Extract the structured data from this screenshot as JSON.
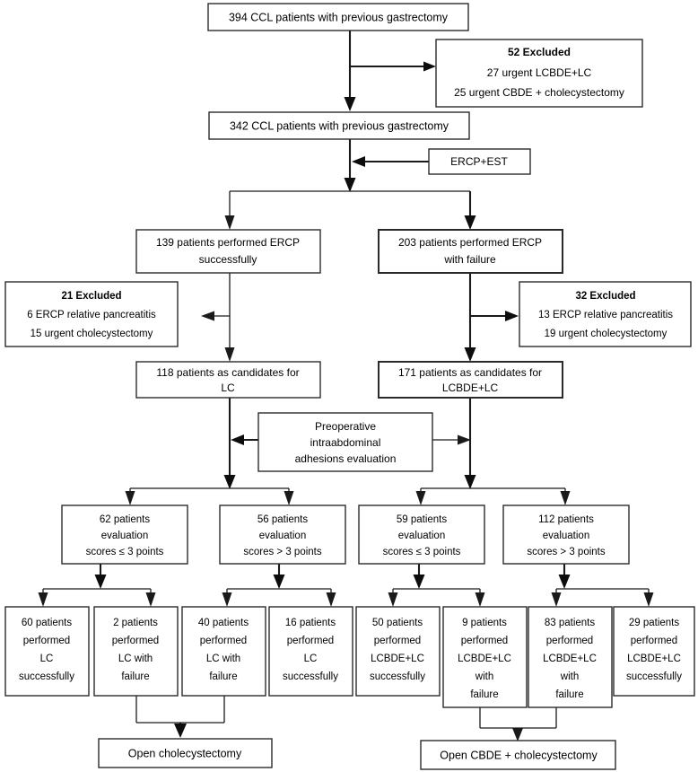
{
  "figure": {
    "type": "flowchart",
    "title": "CCL patients with previous gastrectomy treatment flow",
    "background": "#ffffff",
    "line_color": "#1a1a1a",
    "box_fill": "#ffffff",
    "box_stroke": "#2a2a2a"
  },
  "nodes": {
    "top": {
      "line1": "394 CCL patients with previous gastrectomy"
    },
    "excluded_top": {
      "line1": "52 Excluded",
      "line2": "27 urgent LCBDE+LC",
      "line3": "25 urgent CBDE + cholecystectomy"
    },
    "second": {
      "line1": "342 CCL patients with previous gastrectomy"
    },
    "ercp_est": {
      "line1": "ERCP+EST"
    },
    "ercp_success": {
      "line1": "139 patients performed ERCP",
      "line2": "successfully"
    },
    "ercp_failure": {
      "line1": "203 patients performed ERCP",
      "line2": "with failure"
    },
    "excluded_left": {
      "line1": "21 Excluded",
      "line2": "6 ERCP relative pancreatitis",
      "line3": "15 urgent cholecystectomy"
    },
    "excluded_right": {
      "line1": "32 Excluded",
      "line2": "13 ERCP relative pancreatitis",
      "line3": "19 urgent cholecystectomy"
    },
    "candidates_lc": {
      "line1": "118 patients as candidates for",
      "line2": "LC"
    },
    "candidates_lcbde": {
      "line1": "171 patients as candidates for",
      "line2": "LCBDE+LC"
    },
    "preop": {
      "line1": "Preoperative",
      "line2": "intraabdominal",
      "line3": "adhesions evaluation"
    },
    "eval_62": {
      "line1": "62 patients",
      "line2": "evaluation",
      "line3": "scores  ≤  3 points"
    },
    "eval_56": {
      "line1": "56 patients",
      "line2": "evaluation",
      "line3": "scores > 3 points"
    },
    "eval_59": {
      "line1": "59 patients",
      "line2": "evaluation",
      "line3": "scores  ≤  3 points"
    },
    "eval_112": {
      "line1": "112 patients",
      "line2": "evaluation",
      "line3": "scores > 3 points"
    },
    "out_60": {
      "line1": "60 patients",
      "line2": "performed",
      "line3": "LC",
      "line4": "successfully"
    },
    "out_2": {
      "line1": "2 patients",
      "line2": "performed",
      "line3": "LC with",
      "line4": "failure"
    },
    "out_40": {
      "line1": "40 patients",
      "line2": "performed",
      "line3": "LC with",
      "line4": "failure"
    },
    "out_16": {
      "line1": "16 patients",
      "line2": "performed",
      "line3": "LC",
      "line4": "successfully"
    },
    "out_50": {
      "line1": "50 patients",
      "line2": "performed",
      "line3": "LCBDE+LC",
      "line4": "successfully"
    },
    "out_9": {
      "line1": "9 patients",
      "line2": "performed",
      "line3": "LCBDE+LC",
      "line4": "with",
      "line5": "failure"
    },
    "out_83": {
      "line1": "83 patients",
      "line2": "performed",
      "line3": "LCBDE+LC",
      "line4": "with",
      "line5": "failure"
    },
    "out_29": {
      "line1": "29 patients",
      "line2": "performed",
      "line3": "LCBDE+LC",
      "line4": "successfully"
    },
    "open_chole": {
      "line1": "Open cholecystectomy"
    },
    "open_cbde": {
      "line1": "Open CBDE + cholecystectomy"
    }
  },
  "chart_data": {
    "type": "flowchart",
    "title": "CCL patients with previous gastrectomy treatment flow",
    "counts": {
      "total_patients": 394,
      "excluded_initial": 52,
      "excluded_initial_urgent_lcbde_lc": 27,
      "excluded_initial_urgent_cbde_cholecystectomy": 25,
      "after_initial_exclusion": 342,
      "ercp_successful": 139,
      "ercp_failed": 203,
      "excluded_after_ercp_success": 21,
      "excluded_after_ercp_success_pancreatitis": 6,
      "excluded_after_ercp_success_urgent_chole": 15,
      "excluded_after_ercp_failure": 32,
      "excluded_after_ercp_failure_pancreatitis": 13,
      "excluded_after_ercp_failure_urgent_chole": 19,
      "candidates_lc": 118,
      "candidates_lcbde_lc": 171,
      "eval_lc_score_le3": 62,
      "eval_lc_score_gt3": 56,
      "eval_lcbde_score_le3": 59,
      "eval_lcbde_score_gt3": 112,
      "lc_le3_success": 60,
      "lc_le3_failure": 2,
      "lc_gt3_failure": 40,
      "lc_gt3_success": 16,
      "lcbde_le3_success": 50,
      "lcbde_le3_failure": 9,
      "lcbde_gt3_failure": 83,
      "lcbde_gt3_success": 29
    }
  }
}
